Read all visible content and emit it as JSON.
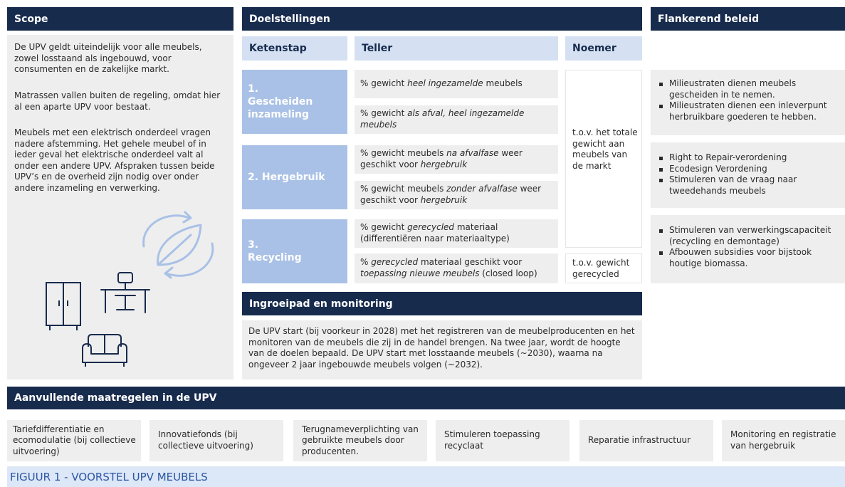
{
  "scope": {
    "title": "Scope",
    "p1": "De UPV geldt uiteindelijk voor alle meubels, zowel losstaand als ingebouwd, voor consumenten en de zakelijke markt.",
    "p2": "Matrassen vallen buiten de regeling, omdat hier al een aparte UPV voor bestaat.",
    "p3": "Meubels met een elektrisch onderdeel vragen nadere afstemming. Het gehele meubel of in ieder geval het elektrische onderdeel valt al onder een andere UPV. Afspraken tussen beide UPV’s en de overheid zijn nodig over onder andere inzameling en verwerking."
  },
  "doel": {
    "title": "Doelstellingen",
    "col_ketenstap": "Ketenstap",
    "col_teller": "Teller",
    "col_noemer": "Noemer",
    "steps": [
      "1.\nGescheiden\ninzameling",
      "2. Hergebruik",
      "3.\nRecycling"
    ],
    "teller": [
      [
        "% gewicht ",
        "heel ingezamelde",
        " meubels",
        ""
      ],
      [
        "% gewicht ",
        "als afval, heel ingezamelde meubels",
        "",
        ""
      ],
      [
        "% gewicht meubels ",
        "na afvalfase",
        " weer geschikt voor ",
        "hergebruik"
      ],
      [
        "% gewicht meubels ",
        "zonder afvalfase",
        " weer geschikt voor ",
        "hergebruik"
      ],
      [
        "% gewicht ",
        "gerecycled",
        " materiaal (differentiëren naar materiaaltype)",
        ""
      ],
      [
        "% ",
        "gerecycled",
        " materiaal geschikt voor ",
        "toepassing nieuwe meubels",
        " (closed loop)"
      ]
    ],
    "noemer_main": "t.o.v. het totale gewicht aan meubels van de markt",
    "noemer_recycled": "t.o.v. gewicht gerecycled"
  },
  "ingroei": {
    "title": "Ingroeipad en monitoring",
    "text": "De UPV start (bij voorkeur in 2028) met het registreren van de meubelproducenten en het monitoren van de meubels die zij in de handel brengen. Na twee jaar, wordt de hoogte van de doelen bepaald. De UPV start met losstaande meubels (~2030), waarna na ongeveer 2 jaar ingebouwde meubels volgen (~2032)."
  },
  "flank": {
    "title": "Flankerend beleid",
    "groups": [
      [
        "Milieustraten dienen meubels gescheiden in te nemen.",
        "Milieustraten dienen een inleverpunt herbruikbare goederen te hebben."
      ],
      [
        "Right to Repair-verordening",
        "Ecodesign Verordening",
        "Stimuleren van de vraag naar tweedehands meubels"
      ],
      [
        "Stimuleren van verwerkingscapaciteit (recycling en demontage)",
        "Afbouwen subsidies voor bijstook houtige biomassa."
      ]
    ]
  },
  "aanvul": {
    "title": "Aanvullende maatregelen in de UPV",
    "items": [
      "Tariefdifferentiatie en ecomodulatie (bij collectieve uitvoering)",
      "Innovatiefonds (bij collectieve uitvoering)",
      "Terugnameverplichting van gebruikte meubels door producenten.",
      "Stimuleren toepassing recyclaat",
      "Reparatie infrastructuur",
      "Monitoring en registratie van hergebruik"
    ]
  },
  "caption": "FIGUUR 1 - VOORSTEL UPV MEUBELS",
  "icons": [
    "recycle-leaf-icon",
    "cabinet-icon",
    "desk-chair-icon",
    "sofa-icon"
  ],
  "colors": {
    "navy": "#172b4d",
    "light_blue": "#d5e1f3",
    "mid_blue": "#a9c1e6",
    "grey": "#eeeeee",
    "caption_text": "#2c56a3"
  }
}
